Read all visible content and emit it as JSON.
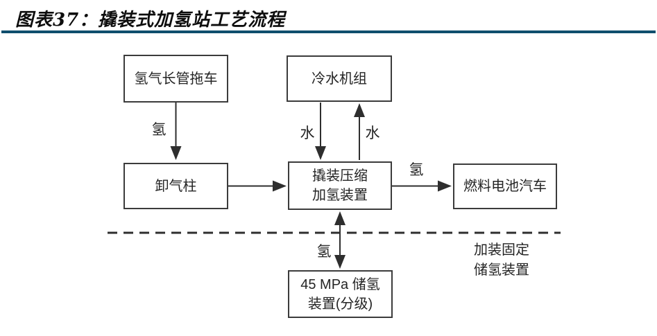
{
  "title": "图表37：撬装式加氢站工艺流程",
  "colors": {
    "title_rule": "#0f4e6d",
    "diagram_line": "#2e2e2e",
    "box_border": "#3b3b3b",
    "text": "#242424"
  },
  "nodes": {
    "trailer": {
      "label": "氢气长管拖车"
    },
    "chiller": {
      "label": "冷水机组"
    },
    "unloading": {
      "label": "卸气柱"
    },
    "compressor": {
      "line1": "撬装压缩",
      "line2": "加氢装置"
    },
    "vehicle": {
      "label": "燃料电池汽车"
    },
    "storage": {
      "line1": "45 MPa 储氢",
      "line2": "装置(分级)"
    }
  },
  "flow_labels": {
    "trailer_to_unloading": "氢",
    "chiller_to_compressor": "水",
    "compressor_to_chiller": "水",
    "compressor_to_vehicle": "氢",
    "compressor_to_storage": "氢"
  },
  "annotation": {
    "line1": "加装固定",
    "line2": "储氢装置"
  }
}
